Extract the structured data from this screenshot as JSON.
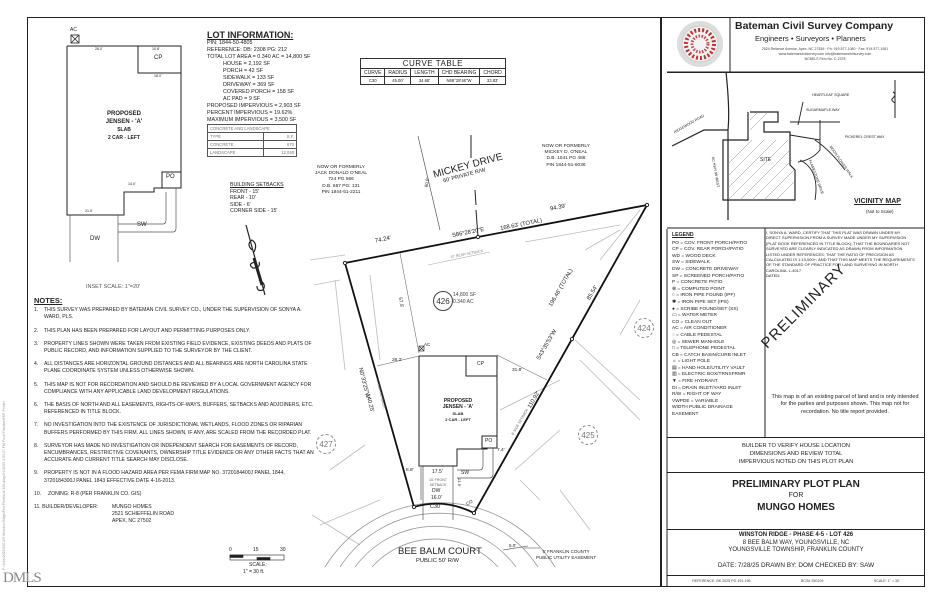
{
  "lot_information": {
    "title": "LOT INFORMATION:",
    "lines": [
      "PIN: 1844-50-4805",
      "REFERENCE: DB: 2308 PG: 212",
      "TOTAL LOT AREA = 0.340 AC = 14,800 SF"
    ],
    "areas": [
      "HOUSE = 2,192 SF",
      "PORCH = 42 SF",
      "SIDEWALK = 133 SF",
      "DRIVEWAY = 369 SF",
      "COVERED PORCH = 158 SF",
      "AC PAD = 9 SF"
    ],
    "impervious": [
      "PROPOSED IMPERVIOUS = 2,903 SF",
      "PERCENT IMPERVIOUS = 19.62%",
      "MAXIMUM IMPERVIOUS = 3,500 SF"
    ]
  },
  "concrete_landscape": {
    "title": "CONCRETE AND LANDSCAPE",
    "header": [
      "TYPE",
      "S.F."
    ],
    "rows": [
      [
        "CONCRETE",
        "670"
      ],
      [
        "LANDSCAPE",
        "12,048"
      ]
    ]
  },
  "building_setbacks": {
    "title": "BUILDING SETBACKS",
    "items": [
      "FRONT - 15'",
      "REAR - 10'",
      "SIDE - 6'",
      "CORNER SIDE - 15'"
    ]
  },
  "inset": {
    "label_ac": "AC",
    "house_lines": [
      "PROPOSED",
      "JENSEN - 'A'",
      "SLAB",
      "2 CAR - LEFT"
    ],
    "cp": "CP",
    "po": "PO",
    "sw": "SW",
    "dw": "DW",
    "dims": [
      "26.0'",
      "10.8'",
      "18.0'",
      "62.0'",
      "36.0'",
      "14.0'",
      "7.0'",
      "21.0'",
      "10.0'",
      "10.0'",
      "6.0'",
      "7.0'"
    ],
    "scale": "INSET SCALE: 1\"=20'"
  },
  "notes": {
    "title": "NOTES:",
    "items": [
      {
        "num": "1.",
        "text": "THIS SURVEY WAS PREPARED BY BATEMAN CIVIL SURVEY CO., UNDER THE SUPERVISION OF SONYA A. WARD, PLS."
      },
      {
        "num": "2.",
        "text": "THIS PLAN HAS BEEN PREPARED FOR LAYOUT AND PERMITTING PURPOSES ONLY."
      },
      {
        "num": "3.",
        "text": "PROPERTY LINES SHOWN WERE TAKEN FROM EXISTING FIELD EVIDENCE, EXISTING DEEDS AND PLATS OF PUBLIC RECORD, AND INFORMATION SUPPLIED TO THE SURVEYOR BY THE CLIENT."
      },
      {
        "num": "4.",
        "text": "ALL DISTANCES ARE HORIZONTAL GROUND DISTANCES AND ALL BEARINGS ARE NORTH CAROLINA STATE PLANE COORDINATE SYSTEM UNLESS OTHERWISE SHOWN."
      },
      {
        "num": "5.",
        "text": "THIS MAP IS NOT FOR RECORDATION AND SHOULD BE REVIEWED BY A LOCAL GOVERNMENT AGENCY FOR COMPLIANCE WITH ANY APPLICABLE LAND DEVELOPMENT REGULATIONS."
      },
      {
        "num": "6.",
        "text": "THE BASIS OF NORTH AND ALL EASEMENTS, RIGHTS-OF-WAYS, BUFFERS, SETBACKS AND ADJOINERS, ETC. REFERENCED IN TITLE BLOCK."
      },
      {
        "num": "7.",
        "text": "NO INVESTIGATION INTO THE EXISTENCE OF JURISDICTIONAL WETLANDS, FLOOD ZONES OR RIPARIAN BUFFERS PERFORMED BY THIS FIRM. ALL LINES SHOWN, IF ANY, ARE SCALED FROM THE RECORDED PLAT."
      },
      {
        "num": "8.",
        "text": "SURVEYOR HAS MADE NO INVESTIGATION OR INDEPENDENT SEARCH FOR EASEMENTS OF RECORD, ENCUMBRANCES, RESTRICTIVE COVENANTS, OWNERSHIP TITLE EVIDENCE OR ANY OTHER FACTS THAT AN ACCURATE AND CURRENT TITLE SEARCH MAY DISCLOSE."
      },
      {
        "num": "9.",
        "text": "PROPERTY IS NOT IN A FLOOD HAZARD AREA PER FEMA FIRM MAP NO. 3720184400J PANEL 1844, 3720184300J PANEL 1843 EFFECTIVE DATE 4-16-2013."
      },
      {
        "num": "10.",
        "text": "ZONING:   R-8 (PER FRANKLIN CO. GIS)"
      }
    ],
    "builder_label": "11. BUILDER/DEVELOPER:",
    "builder_lines": [
      "MUNGO HOMES",
      "2521 SCHIEFFELIN ROAD",
      "APEX, NC 27502"
    ]
  },
  "scale_bar": {
    "ticks": [
      "0",
      "15",
      "30"
    ],
    "label": "SCALE:",
    "value": "1\" = 30 ft."
  },
  "curve_table": {
    "title": "CURVE TABLE",
    "headers": [
      "CURVE",
      "RADIUS",
      "LENGTH",
      "CHD BEARING",
      "CHORD"
    ],
    "row": [
      "C30",
      "45.00'",
      "34.68'",
      "N68°28'46\"W",
      "33.83'"
    ]
  },
  "plot": {
    "owner_left": [
      "NOW OR FORMERLY",
      "JACK DONALD O'NEAL",
      "724 PG 566",
      "D.B. 657 PG: 131",
      "PIN 1844-51-2211"
    ],
    "owner_right": [
      "NOW OR FORMERLY",
      "MICKEY D. O'NEAL",
      "D.B. 1041 PG 486",
      "PIN 1844-51-6036"
    ],
    "street_top": "MICKEY DRIVE",
    "street_top_sub": "60' PRIVATE R/W",
    "street_top_width": "60.0'",
    "rear_line": {
      "seg1": "74.24'",
      "bearing": "S86°28'20\"E",
      "total": "168.63' (TOTAL)",
      "seg2": "94.39'"
    },
    "rear_setback": "10' REAR SETBACK",
    "right_line": {
      "bearing": "S43°35'53\"W",
      "total": "196.46' (TOTAL)",
      "seg": "85.54'",
      "seg2": "110.92'"
    },
    "left_line": {
      "bearing": "N0°33'25\"W",
      "length": "140.25'"
    },
    "lot_number": "426",
    "lot_area_sf": "14,800 SF",
    "lot_area_ac": "0.340 AC",
    "dist_rear": "57.5'",
    "dist_left": "26.2'",
    "dist_right": "31.8'",
    "dist_porch": "7.4'",
    "dist_front_left": "8.8'",
    "side_setback_left": "6' SIDE SETBACK",
    "side_setback_right": "6' SIDE SETBACK",
    "house_lines": [
      "PROPOSED",
      "JENSEN - 'A'",
      "SLAB",
      "2 CAR - LEFT"
    ],
    "ac": "AC",
    "cp": "CP",
    "po": "PO",
    "sw": "SW",
    "dw": "DW",
    "co": "CO",
    "front_setback": [
      "15' FRONT",
      "SETBACK"
    ],
    "dw_width_top": "17.5'",
    "dw_width": "16.0'",
    "dw_depth": "21.9'",
    "curve_label": "C30",
    "neighbors": [
      "424",
      "425",
      "427"
    ],
    "street_bottom": "BEE BALM COURT",
    "street_bottom_sub": "PUBLIC 50' R/W",
    "easement_dim": "5.0'",
    "easement": [
      "5' FRANKLIN COUNTY",
      "PUBLIC UTILITY EASEMENT"
    ]
  },
  "company": {
    "name": "Bateman Civil Survey Company",
    "tagline": "Engineers • Surveyors • Planners",
    "address": "2524 Reliance Avenue, Apex, NC 27539 · Ph: 919-577-1080 · Fax: 919-577-1081",
    "web": "www.batemancivilsurvey.com      info@batemancivilsurvey.com",
    "license": "NCBELS Firm No. C-2378"
  },
  "vicinity_map": {
    "title": "VICINITY MAP",
    "subtitle": "(Not to Scale)",
    "labels": [
      "HEARTLEAF SQUARE",
      "SUGARMAPLE WAY",
      "PICKEREL CREST WAY",
      "MOON FLOWER WALK",
      "FLAMESTONE DRIVE",
      "SITE",
      "NC HWY 96 WEST",
      "RIDGEWOOD ROAD"
    ]
  },
  "legend": {
    "title": "LEGEND",
    "items": [
      "PO  = COV. FRONT PORCH/PATIO",
      "CP  = COV. REAR PORCH/PATIO",
      "WD = WOOD DECK",
      "SW = SIDEWALK",
      "DW = CONCRETE DRIVEWAY",
      "SP  = SCREENED PORCH/PATIO",
      "P    = CONCRETE PATIO",
      "⊗   = COMPUTED POINT",
      "○   = IRON PIPE FOUND (IPF)",
      "✱   = IRON PIPE SET (IPS)",
      "●   = SCRIBE FOUND/SET (SS)",
      "▭  = WATER METER",
      "CO = CLEAN OUT",
      "AC  = AIR CONDITIONER",
      "◌   = CABLE PEDESTAL",
      "◎   = SEWER MANHOLE",
      "□   = TELEPHONE PEDESTAL",
      "CB  = CATCH BASIN/CURB INLET",
      "☼   = LIGHT POLE",
      "▤   = HAND HOLE/UTILITY VAULT",
      "▥   = ELECTRIC BOX/TRNSFRMR",
      "▼   = FIRE HYDRANT",
      "DI   = DRAIN INLET/YARD INLET",
      "R/W = RIGHT OF WAY",
      "VWPDE = VARIABLE",
      "WIDTH PUBLIC DRAINAGE",
      "EASEMENT"
    ]
  },
  "certification": "I, SONYA A. WARD, CERTIFY THAT THIS PLAT WAS DRAWN UNDER MY DIRECT SUPERVISION FROM A SURVEY MADE UNDER MY SUPERVISION (PLAT BOOK REFERENCED IN TITLE BLOCK); THAT THE BOUNDARIES NOT SURVEYED ARE CLEARLY INDICATED AS DRAWN FROM INFORMATION LISTED UNDER REFERENCES; THAT THE RATIO OF PRECISION AS CALCULATED IS 1:10,000+; AND THAT THIS MAP MEETS THE REQUIREMENTS OF THE STANDARD OF PRACTICE FOR LAND SURVEYING IN NORTH CAROLINA. L-4017",
  "certification_dated": "DATED:",
  "stamp": "PRELIMINARY",
  "disclaimer": "This map is of an existing parcel of land and is only intended for the parties and purposes shown. This map not for recordation. No title report provided.",
  "builder_verify": [
    "BUILDER TO VERIFY HOUSE LOCATION",
    "DIMENSIONS AND REVIEW TOTAL",
    "IMPERVIOUS NOTED ON THIS PLOT PLAN"
  ],
  "title_block": {
    "title": "PRELIMINARY PLOT PLAN",
    "for": "FOR",
    "client": "MUNGO HOMES",
    "project": "WINSTON RIDGE - PHASE 4-5 - LOT 426",
    "address": "8 BEE BALM WAY, YOUNGSVILLE, NC",
    "township": "YOUNGSVILLE TOWNSHIP, FRANKLIN COUNTY",
    "date_line": "DATE: 7/28/25   DRAWN BY: DOM   CHECKED BY: SAW",
    "reference": "REFERENCE: BK 2025 PG 191-195",
    "bcs": "BCS# 250109",
    "scale": "SCALE: 1\" = 30'"
  },
  "watermark": "DMLS",
  "side_path": "P:\\Jobs\\2025\\250109 Winston Ridge\\Plot Plans\\Lot 426.dwg  8/1/2025 3:53:27 PM  Foxit PhantomPDF Printer"
}
